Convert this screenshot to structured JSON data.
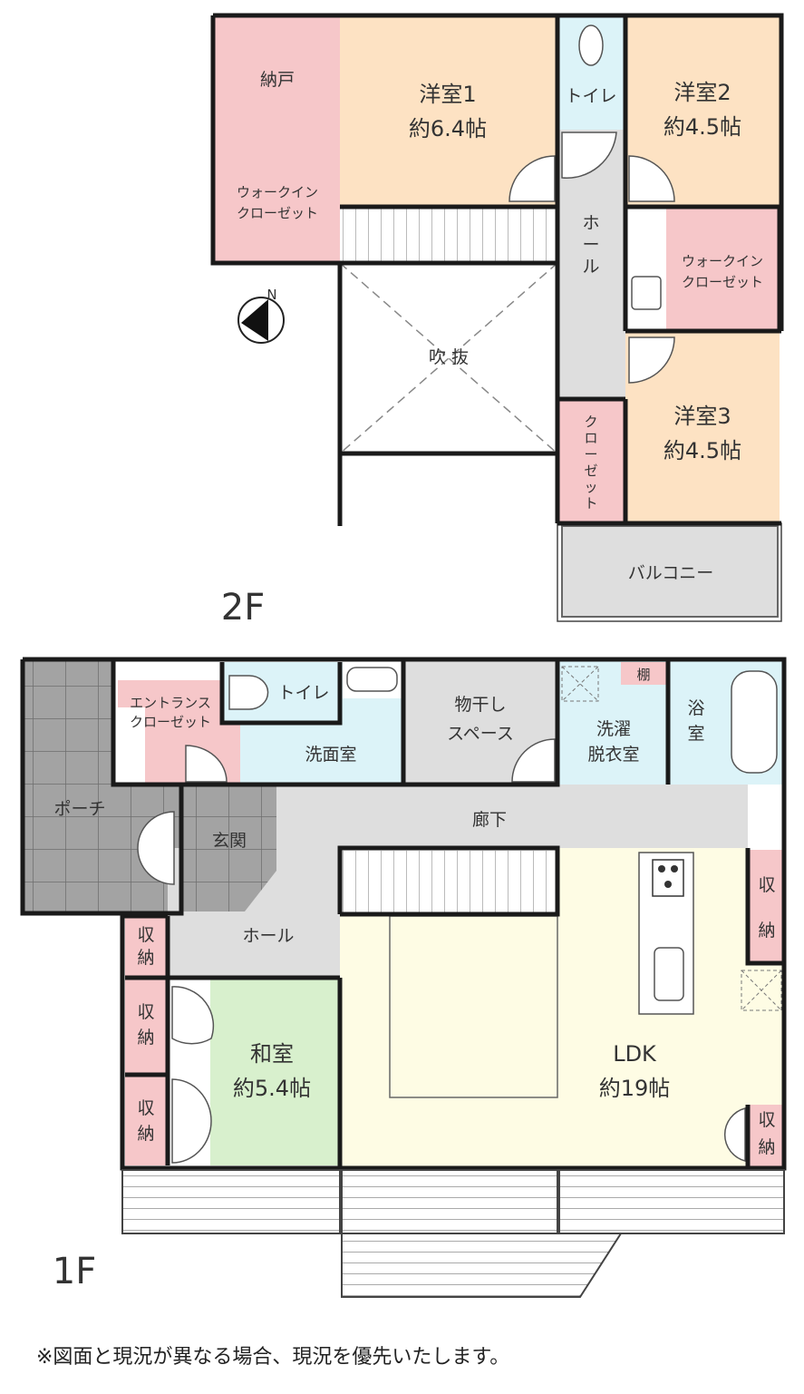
{
  "floor2": {
    "label": "2F",
    "rooms": {
      "storage": "納戸",
      "wic1": [
        "ウォークイン",
        "クローゼット"
      ],
      "western1": [
        "洋室1",
        "約6.4帖"
      ],
      "toilet": "トイレ",
      "western2": [
        "洋室2",
        "約4.5帖"
      ],
      "hall": [
        "ホ",
        "ー",
        "ル"
      ],
      "wic2": [
        "ウォークイン",
        "クローゼット"
      ],
      "void": "吹 抜",
      "closet": [
        "ク",
        "ロ",
        "ー",
        "ゼ",
        "ッ",
        "ト"
      ],
      "western3": [
        "洋室3",
        "約4.5帖"
      ],
      "balcony": "バルコニー"
    },
    "compass": "N"
  },
  "floor1": {
    "label": "1F",
    "rooms": {
      "entrance_closet": [
        "エントランス",
        "クローゼット"
      ],
      "toilet": "トイレ",
      "washroom": "洗面室",
      "drying_space": [
        "物干し",
        "スペース"
      ],
      "shelf": "棚",
      "laundry": [
        "洗濯",
        "脱衣室"
      ],
      "bath": [
        "浴",
        "室"
      ],
      "porch": "ポーチ",
      "corridor": "廊下",
      "genkan": "玄関",
      "hall": "ホール",
      "storage": [
        "収",
        "納"
      ],
      "japanese": [
        "和室",
        "約5.4帖"
      ],
      "ldk": [
        "LDK",
        "約19帖"
      ]
    }
  },
  "note": "※図面と現況が異なる場合、現況を優先いたします。",
  "colors": {
    "pink": "#f6c7c9",
    "peach": "#fde2c3",
    "blue": "#dcf3f8",
    "gray": "#dedede",
    "yellow": "#fefce4",
    "green": "#d8f0cd"
  }
}
